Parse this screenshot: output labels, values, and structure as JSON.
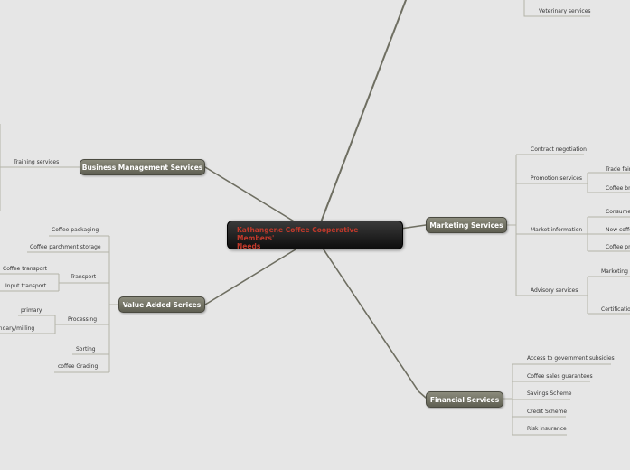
{
  "colors": {
    "background": "#e6e6e6",
    "central_text": "#c0392b",
    "branch_line": "#6f6f62"
  },
  "central_topic": {
    "line1": "Kathangene Coffee Cooperative Members'",
    "line2": "Needs"
  },
  "main_topics": {
    "business": "Business Management Services",
    "marketing": "Marketing Services",
    "value_added": "Value Added Serices",
    "financial": "Financial Services"
  },
  "subtopics": {
    "veterinary": "Veterinary services",
    "training": "Training services",
    "contract": "Contract negotiation",
    "promotion": "Promotion services",
    "trade_fair": "Trade fair",
    "coffee_br": "Coffee br",
    "market_info": "Market information",
    "consumer": "Consumer",
    "new_coffee": "New coffe",
    "coffee_pri": "Coffee pri",
    "advisory": "Advisory services",
    "marketing_s": "Marketing s",
    "certification": "Certificatio",
    "packaging": "Coffee packaging",
    "parchment": "Coffee parchment storage",
    "transport": "Transport",
    "coffee_transport": "Coffee transport",
    "input_transport": "Input transport",
    "processing": "Processing",
    "primary": "primary",
    "secondary": "secondary/milling",
    "sorting": "Sorting",
    "grading": "coffee Grading",
    "subsidies": "Access to government subsidies",
    "guarantees": "Coffee sales guarantees",
    "savings": "Savings Scheme",
    "credit": "Credit Scheme",
    "risk": "Risk insurance"
  }
}
